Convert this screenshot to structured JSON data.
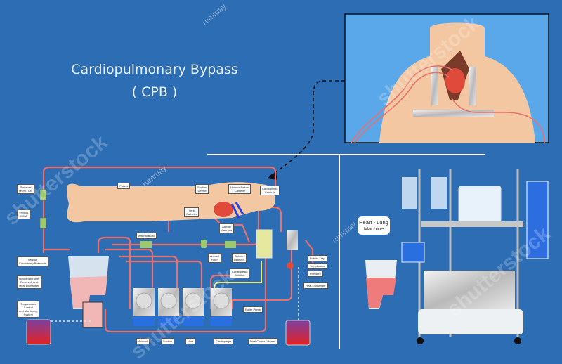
{
  "title": {
    "line1": "Cardiopulmonary Bypass",
    "line2": "( CPB )"
  },
  "colors": {
    "background": "#2c6db3",
    "tubing": "#e8706f",
    "skin": "#f3c7a2",
    "venous": "#2b3fd6",
    "cardioplegia_line": "#e7e77a",
    "heater_top": "#7b3fa0",
    "heater_bottom": "#e52222",
    "panel_inset_bg": "#5aa8ea"
  },
  "inset": {
    "name": "chest-open-heart-view",
    "description": "Open chest with retractor and cannulas inserted into heart"
  },
  "circuit_labels": [
    {
      "id": "patient",
      "text": "Patient"
    },
    {
      "id": "pressure-monitor",
      "text": "Pressure\nMONITOR"
    },
    {
      "id": "venous-bgm",
      "text": "Venous\nBGM"
    },
    {
      "id": "suction-device",
      "text": "Suction\nDevice"
    },
    {
      "id": "venous-return-catheter",
      "text": "Venous Return\nCatheter"
    },
    {
      "id": "cardioplegia-cannula",
      "text": "Cardioplegia\nCannula"
    },
    {
      "id": "vent-catheter",
      "text": "Vent\nCatheter"
    },
    {
      "id": "arterial-cannula",
      "text": "Arterial\nCannula"
    },
    {
      "id": "arterial-bgm",
      "text": "Arterial BGM"
    },
    {
      "id": "arterial-filter",
      "text": "Arterial\nFilter"
    },
    {
      "id": "bubble-detector",
      "text": "Bubble\nDetector"
    },
    {
      "id": "cardioplegia-solution",
      "text": "Cardioplegia\nSolution"
    },
    {
      "id": "bubble-trap",
      "text": "Bubble Trap"
    },
    {
      "id": "temperature",
      "text": "Temperature"
    },
    {
      "id": "pressure",
      "text": "Pressure"
    },
    {
      "id": "heat-exchanger",
      "text": "Heat Exchanger"
    },
    {
      "id": "venous-cardiotomy-reservoir",
      "text": "Venous\nCardiotomy Reservoir"
    },
    {
      "id": "oxygenator",
      "text": "Oxygenator with\nReservoir and\nHeat exchanger"
    },
    {
      "id": "temperature-control",
      "text": "Temperature\nControl\nand Monitoring\nSystem"
    },
    {
      "id": "roller-pump",
      "text": "Roller Pump"
    },
    {
      "id": "dual-cooler-heater",
      "text": "Dual Cooler / Heater"
    }
  ],
  "pumps": [
    {
      "label": "Arterial"
    },
    {
      "label": "Suction"
    },
    {
      "label": "Vent"
    },
    {
      "label": "Cardioplegia"
    }
  ],
  "machine": {
    "callout": "Heart - Lung\nMachine",
    "pump_indicator_colors": [
      "#9a9a9a",
      "#e8e040",
      "#ffffff",
      "#7cc04a"
    ]
  },
  "watermarks": {
    "brand": "shutterstock",
    "author": "rumruay"
  }
}
